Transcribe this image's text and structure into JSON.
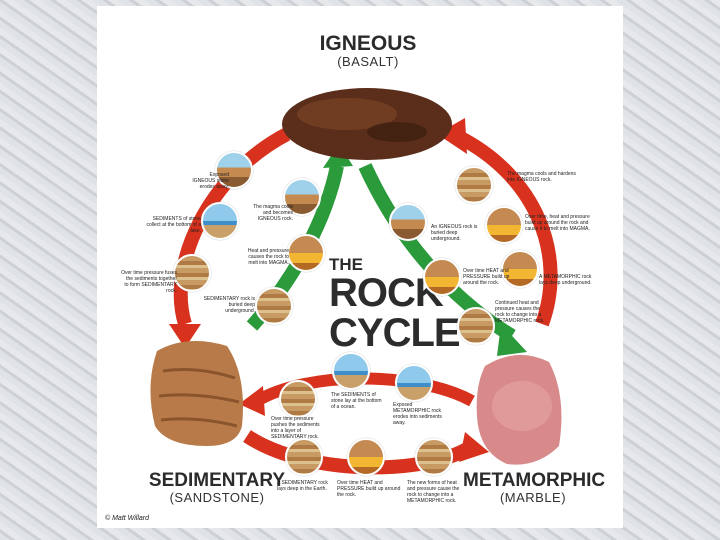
{
  "diagram": {
    "title_the": "THE",
    "title_rock": "ROCK",
    "title_cycle": "CYCLE",
    "igneous": {
      "name": "IGNEOUS",
      "example": "(BASALT)"
    },
    "sedimentary": {
      "name": "SEDIMENTARY",
      "example": "(SANDSTONE)"
    },
    "metamorphic": {
      "name": "METAMORPHIC",
      "example": "(MARBLE)"
    },
    "credit": "© Matt Willard",
    "captions": {
      "exposed": "Exposed IGNEOUS stone erodes away.",
      "magma_cools": "The magma cools and hardens into IGNEOUS rock.",
      "sediments_eroded": "SEDIMENTS of stone collect at the bottom of a lake.",
      "magma_cools_igneous": "The magma cools and becomes IGNEOUS rock.",
      "overtime_heat_melt": "Over time, heat and pressure build up around the rock and cause it to melt into MAGMA.",
      "heat_pressure_magma": "Heat and pressure causes the rock to melt into MAGMA.",
      "igneous_buried": "An IGNEOUS rock is buried deep underground.",
      "pressure_cement": "Over time pressure fuses the sediments together to form SEDIMENTARY rock.",
      "heat_pressure_build": "Over time HEAT and PRESSURE build up around the rock.",
      "metamorphic_pressure": "A METAMORPHIC rock lays deep underground.",
      "sedimentary_buried": "SEDIMENTARY rock is buried deep underground.",
      "continued_heat": "Continued heat and pressure causes the rock to change into a METAMORPHIC rock.",
      "sediments_layer": "The SEDIMENTS of stone lay at the bottom of a ocean.",
      "exposed_metamorphic": "Exposed METAMORPHIC rock erodes into sediments away.",
      "overtime_pressure": "Over time pressure pushes the sediments into a layer of SEDIMENTARY rock.",
      "sedimentary_deep": "A SEDIMENTARY rock lays deep in the Earth.",
      "overtime_heat_pressure": "Over time HEAT and PRESSURE build up around the rock.",
      "heat_pressure_change": "The new forms of heat and pressure cause the rock to change into a METAMORPHIC rock."
    }
  },
  "colors": {
    "arrow_red": "#d8321e",
    "arrow_green": "#2a9a3a",
    "igneous_rock": "#5a2e1a",
    "sandstone": "#b87a48",
    "marble": "#d88a8a"
  }
}
